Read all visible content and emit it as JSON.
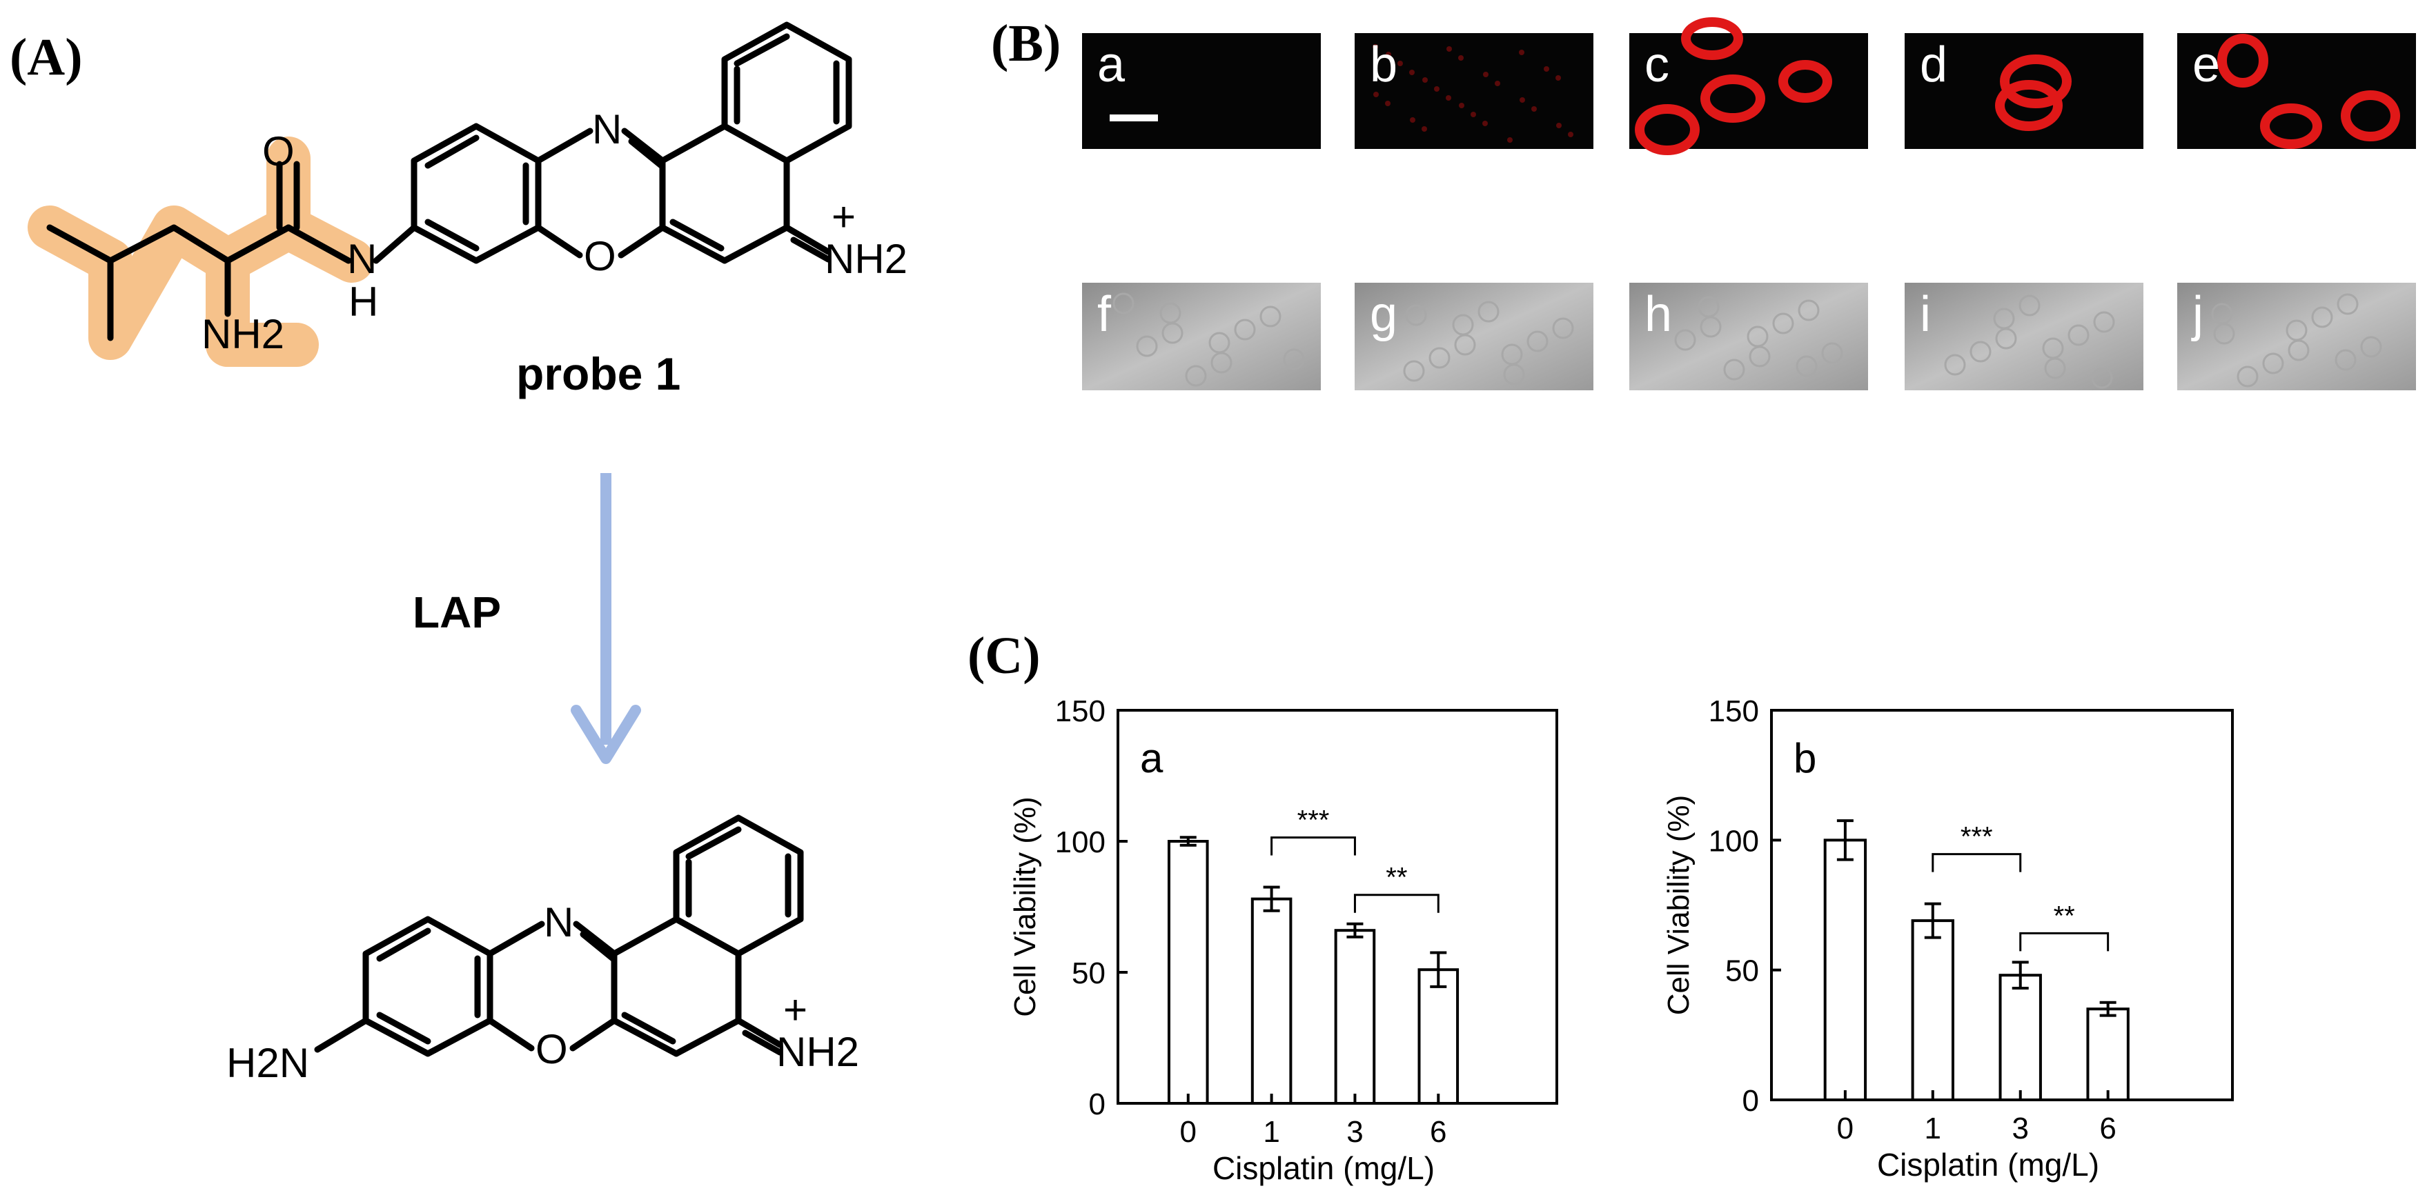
{
  "panels": {
    "A": "(A)",
    "B": "(B)",
    "C": "(C)"
  },
  "scheme": {
    "probe_name": "probe 1",
    "enzyme": "LAP",
    "arrow_color": "#9fb7e3",
    "highlight_color": "#f6c28b",
    "atoms": {
      "N": "N",
      "O": "O",
      "NH": "N",
      "H": "H",
      "NH2_plus": "NH2",
      "plus": "+",
      "H2N": "H2N",
      "amine": "NH2"
    }
  },
  "images": {
    "fluorescence": [
      "a",
      "b",
      "c",
      "d",
      "e"
    ],
    "brightfield": [
      "f",
      "g",
      "h",
      "i",
      "j"
    ],
    "fluorescence_color": "#e01818"
  },
  "chart_data": [
    {
      "type": "bar",
      "panel_letter": "a",
      "categories": [
        "0",
        "1",
        "3",
        "6"
      ],
      "values": [
        100,
        78,
        66,
        51
      ],
      "errors": [
        1.5,
        4.5,
        2.5,
        6.5
      ],
      "xlabel": "Cisplatin (mg/L)",
      "ylabel": "Cell Viability (%)",
      "ylim": [
        0,
        150
      ],
      "yticks": [
        "0",
        "50",
        "100",
        "150"
      ],
      "significance": [
        {
          "from": "1",
          "to": "3",
          "label": "***"
        },
        {
          "from": "3",
          "to": "6",
          "label": "**"
        }
      ],
      "grid": false
    },
    {
      "type": "bar",
      "panel_letter": "b",
      "categories": [
        "0",
        "1",
        "3",
        "6"
      ],
      "values": [
        100,
        69,
        48,
        35
      ],
      "errors": [
        7.5,
        6.5,
        5,
        2.5
      ],
      "xlabel": "Cisplatin (mg/L)",
      "ylabel": "Cell Viability (%)",
      "ylim": [
        0,
        150
      ],
      "yticks": [
        "0",
        "50",
        "100",
        "150"
      ],
      "significance": [
        {
          "from": "1",
          "to": "3",
          "label": "***"
        },
        {
          "from": "3",
          "to": "6",
          "label": "**"
        }
      ],
      "grid": false
    }
  ]
}
